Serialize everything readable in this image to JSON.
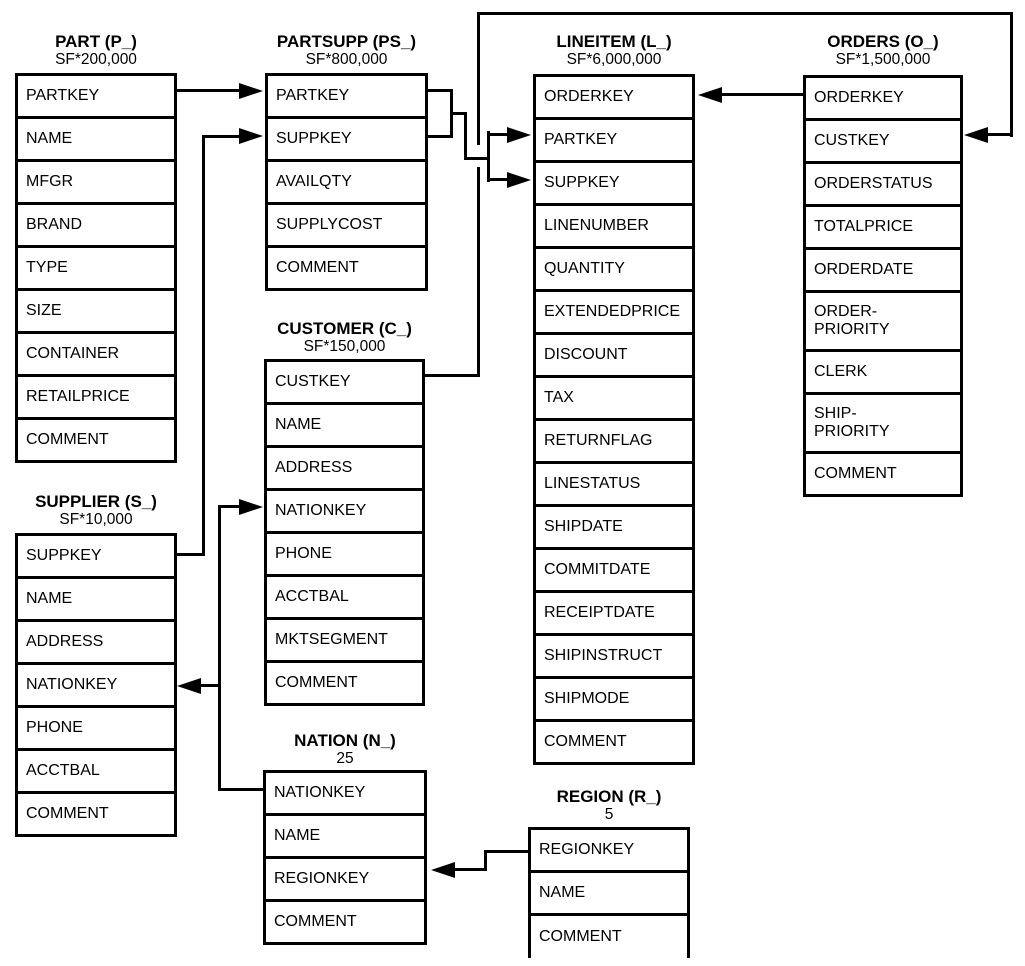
{
  "diagram": {
    "kind": "TPC-H database schema / entity-relationship diagram",
    "colors": {
      "line": "#000000",
      "text": "#000000",
      "background": "#ffffff"
    }
  },
  "tables": {
    "part": {
      "title": "PART (P_)",
      "cardinality": "SF*200,000",
      "fields": [
        "PARTKEY",
        "NAME",
        "MFGR",
        "BRAND",
        "TYPE",
        "SIZE",
        "CONTAINER",
        "RETAILPRICE",
        "COMMENT"
      ]
    },
    "partsupp": {
      "title": "PARTSUPP (PS_)",
      "cardinality": "SF*800,000",
      "fields": [
        "PARTKEY",
        "SUPPKEY",
        "AVAILQTY",
        "SUPPLYCOST",
        "COMMENT"
      ]
    },
    "lineitem": {
      "title": "LINEITEM (L_)",
      "cardinality": "SF*6,000,000",
      "fields": [
        "ORDERKEY",
        "PARTKEY",
        "SUPPKEY",
        "LINENUMBER",
        "QUANTITY",
        "EXTENDEDPRICE",
        "DISCOUNT",
        "TAX",
        "RETURNFLAG",
        "LINESTATUS",
        "SHIPDATE",
        "COMMITDATE",
        "RECEIPTDATE",
        "SHIPINSTRUCT",
        "SHIPMODE",
        "COMMENT"
      ]
    },
    "orders": {
      "title": "ORDERS (O_)",
      "cardinality": "SF*1,500,000",
      "fields": [
        "ORDERKEY",
        "CUSTKEY",
        "ORDERSTATUS",
        "TOTALPRICE",
        "ORDERDATE",
        "ORDER-\nPRIORITY",
        "CLERK",
        "SHIP-\nPRIORITY",
        "COMMENT"
      ]
    },
    "customer": {
      "title": "CUSTOMER (C_)",
      "cardinality": "SF*150,000",
      "fields": [
        "CUSTKEY",
        "NAME",
        "ADDRESS",
        "NATIONKEY",
        "PHONE",
        "ACCTBAL",
        "MKTSEGMENT",
        "COMMENT"
      ]
    },
    "supplier": {
      "title": "SUPPLIER (S_)",
      "cardinality": "SF*10,000",
      "fields": [
        "SUPPKEY",
        "NAME",
        "ADDRESS",
        "NATIONKEY",
        "PHONE",
        "ACCTBAL",
        "COMMENT"
      ]
    },
    "nation": {
      "title": "NATION (N_)",
      "cardinality": "25",
      "fields": [
        "NATIONKEY",
        "NAME",
        "REGIONKEY",
        "COMMENT"
      ]
    },
    "region": {
      "title": "REGION (R_)",
      "cardinality": "5",
      "fields": [
        "REGIONKEY",
        "NAME",
        "COMMENT"
      ]
    }
  },
  "relationships": [
    {
      "from": "PART.PARTKEY",
      "to": "PARTSUPP.PARTKEY"
    },
    {
      "from": "SUPPLIER.SUPPKEY",
      "to": "PARTSUPP.SUPPKEY"
    },
    {
      "from": "PARTSUPP.PARTKEY",
      "to": "LINEITEM.PARTKEY"
    },
    {
      "from": "PARTSUPP.SUPPKEY",
      "to": "LINEITEM.SUPPKEY"
    },
    {
      "from": "ORDERS.ORDERKEY",
      "to": "LINEITEM.ORDERKEY"
    },
    {
      "from": "CUSTOMER.CUSTKEY",
      "to": "ORDERS.CUSTKEY"
    },
    {
      "from": "NATION.NATIONKEY",
      "to": "CUSTOMER.NATIONKEY"
    },
    {
      "from": "NATION.NATIONKEY",
      "to": "SUPPLIER.NATIONKEY"
    },
    {
      "from": "REGION.REGIONKEY",
      "to": "NATION.REGIONKEY"
    }
  ]
}
